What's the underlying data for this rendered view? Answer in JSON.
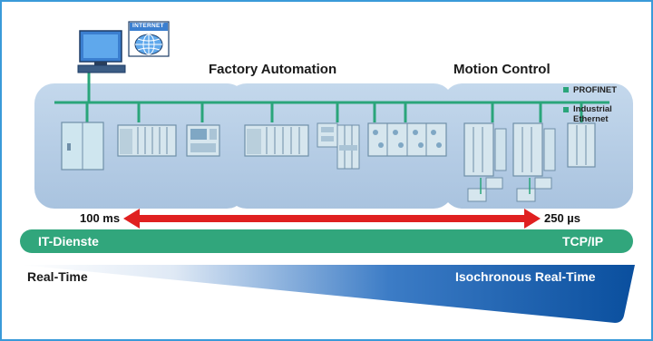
{
  "sections": {
    "factory_automation": "Factory Automation",
    "motion_control": "Motion Control"
  },
  "legend": {
    "profinet": "PROFINET",
    "industrial_ethernet": "Industrial Ethernet"
  },
  "internet_label": "INTERNET",
  "timing": {
    "left": "100 ms",
    "right": "250 µs"
  },
  "it_bar": {
    "left": "IT-Dienste",
    "right": "TCP/IP"
  },
  "realtime": {
    "left": "Real-Time",
    "right": "Isochronous Real-Time"
  },
  "colors": {
    "border": "#3a9ad9",
    "panel": "#b9cfe6",
    "network_green": "#2aa57a",
    "it_bar": "#31a67c",
    "arrow_red": "#e02020",
    "rt_dark_blue": "#0a4f9e",
    "device_light": "#cfe6ef",
    "device_dark": "#6f8fa8"
  }
}
